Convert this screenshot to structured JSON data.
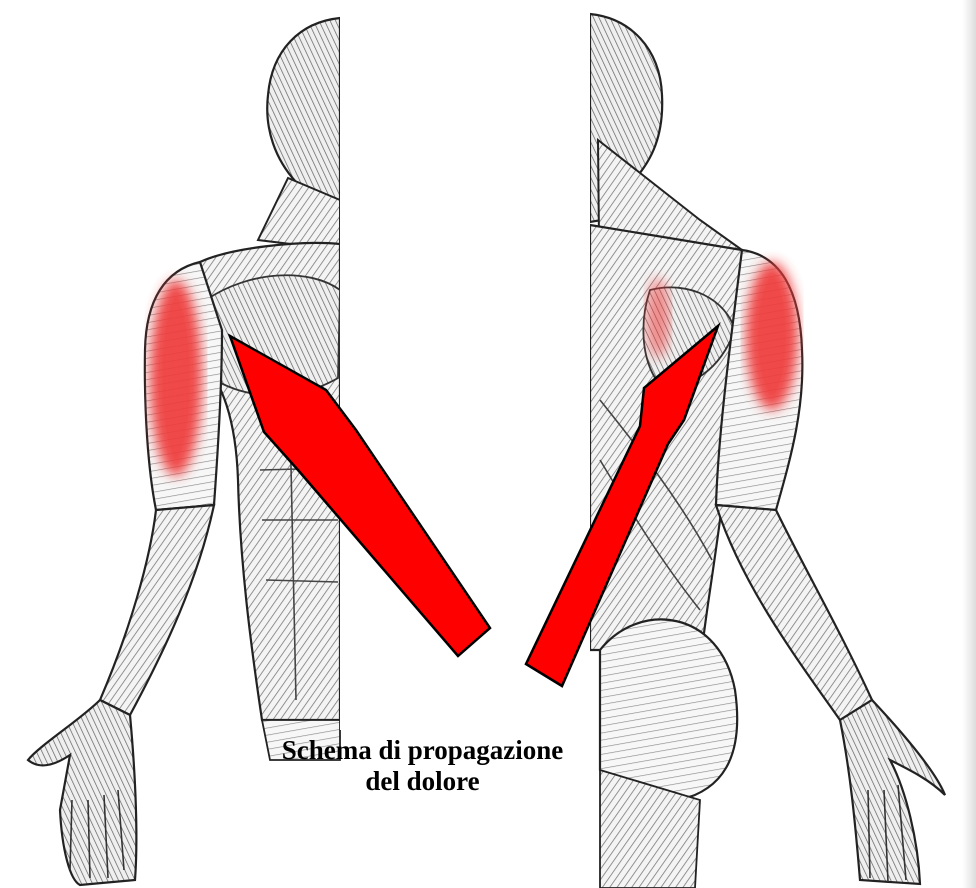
{
  "caption": {
    "line1": "Schema di propagazione",
    "line2": "del dolore"
  },
  "colors": {
    "pain_area": "#ef3a3a",
    "arrow_fill": "#ff0000",
    "arrow_stroke": "#000000",
    "line_art": "#2b2b2b",
    "shading": "#8c8c8c"
  },
  "figures": [
    {
      "name": "anterior-muscle-figure",
      "view": "front",
      "pain_region": "anterior deltoid / upper arm"
    },
    {
      "name": "posterior-muscle-figure",
      "view": "back",
      "pain_region": "posterior deltoid / upper arm"
    }
  ],
  "arrows": [
    {
      "name": "arrow-to-pectoral",
      "points_to": "anterior shoulder"
    },
    {
      "name": "arrow-to-posterior-shoulder",
      "points_to": "posterior shoulder"
    }
  ],
  "icons": [
    "anatomy-front-illustration",
    "anatomy-back-illustration",
    "arrow-icon"
  ]
}
